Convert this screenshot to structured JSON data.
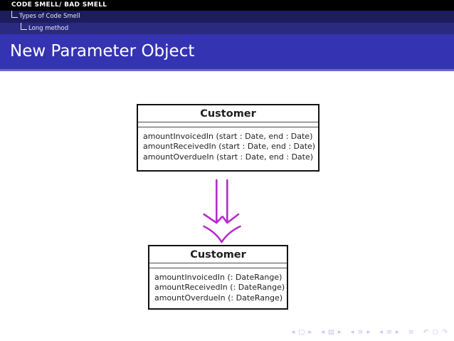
{
  "header": {
    "section": "CODE SMELL/ BAD SMELL",
    "subsection": "Types of Code Smell",
    "subsubsection": "Long method"
  },
  "slide": {
    "title": "New Parameter Object"
  },
  "diagram": {
    "before": {
      "class_name": "Customer",
      "attributes": [],
      "methods": [
        "amountInvoicedIn (start : Date, end : Date)",
        "amountReceivedIn (start : Date, end : Date)",
        "amountOverdueIn (start : Date, end : Date)"
      ]
    },
    "after": {
      "class_name": "Customer",
      "attributes": [],
      "methods": [
        "amountInvoicedIn (: DateRange)",
        "amountReceivedIn (: DateRange)",
        "amountOverdueIn (: DateRange)"
      ]
    },
    "arrow": {
      "direction": "down",
      "style": "double-line-double-chevron",
      "color": "#b42ccb"
    }
  },
  "footer": {
    "nav": {
      "slide_group": "◂ □ ▸",
      "frame_group": "◂ ▤ ▸",
      "subsection_group": "◂ ≡ ▸",
      "section_group": "◂ ≡ ▸",
      "appendix": "≡",
      "history_group": "↶ ○ ↷"
    }
  },
  "colors": {
    "section_bar_bg": "#000000",
    "subsection_bar_bg": "#1d1d5e",
    "subsubsection_bar_bg": "#2a2a80",
    "title_bar_bg": "#3433b1",
    "title_underline": "#6a6ac5",
    "arrow": "#b42ccb",
    "nav_symbols": "#c5c5ec"
  }
}
